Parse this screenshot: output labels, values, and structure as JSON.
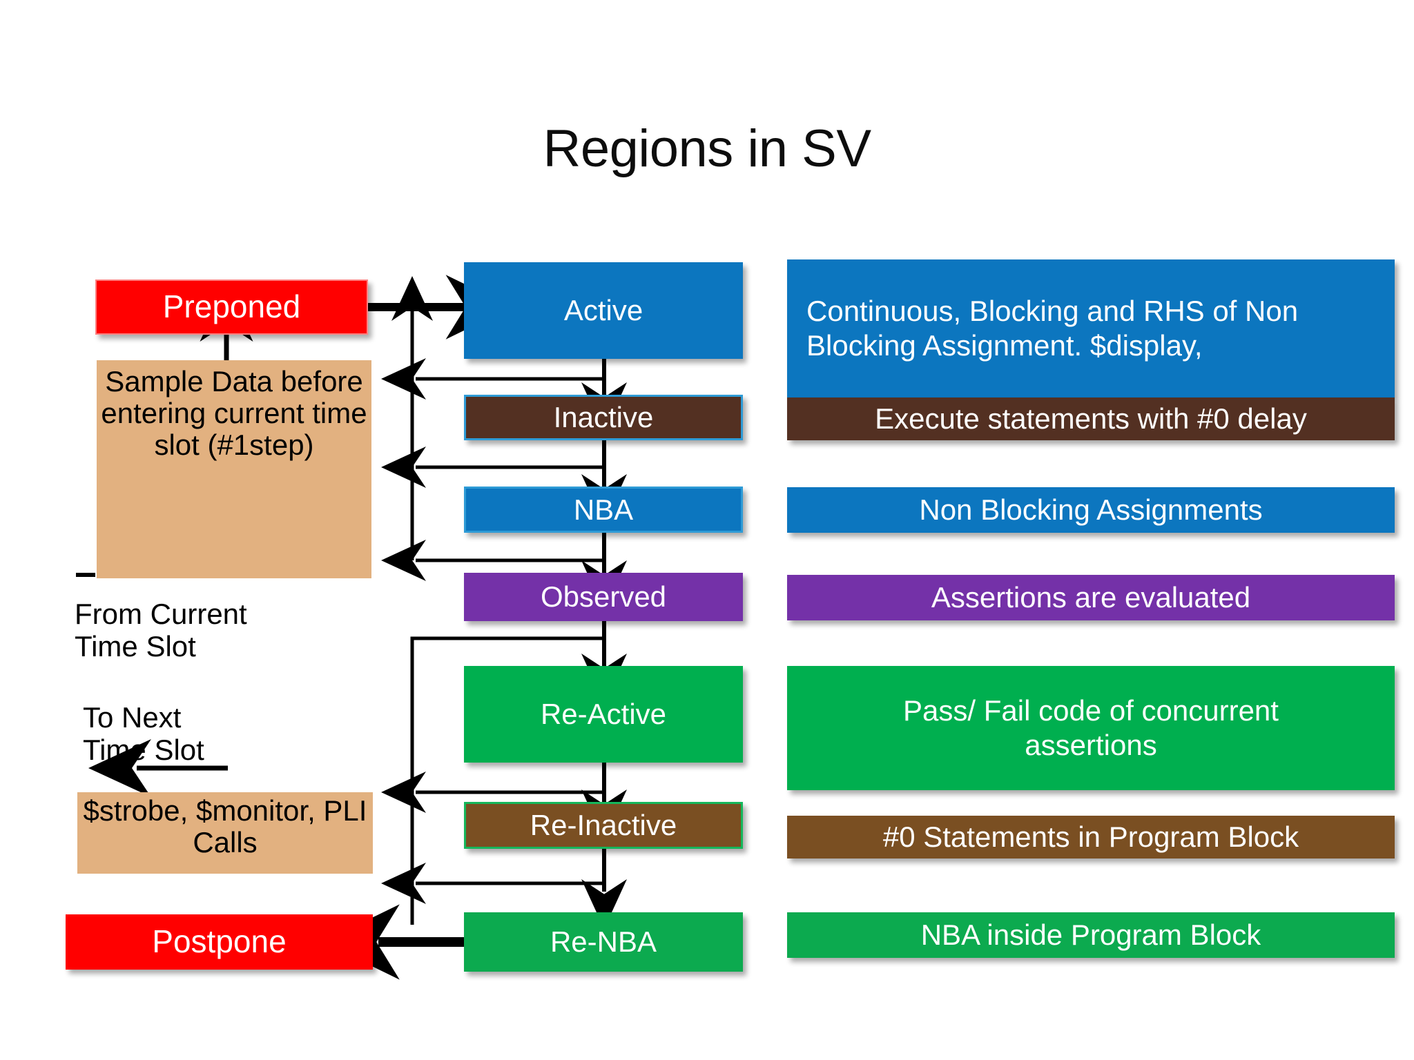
{
  "slide": {
    "title": "Regions in SV",
    "background": "#ffffff"
  },
  "palette": {
    "red": "#FF0000",
    "blue": "#0C76BF",
    "brown": "#533022",
    "brown_alt": "#7A4F22",
    "purple": "#7431A8",
    "green": "#00AF4F",
    "tan": "#E2B180",
    "text_light": "#FFFFFF",
    "text_dark": "#000000",
    "arrow": "#000000"
  },
  "left_column": {
    "preponed_box": {
      "label": "Preponed",
      "color": "#FF0000",
      "text_color": "#FFFFFF"
    },
    "sample_note": {
      "label": "Sample Data before entering current time slot (#1step)",
      "color": "#E2B180",
      "text_color": "#000000"
    },
    "from_current_time_slot": "From Current\nTime Slot",
    "to_next_time_slot": "To Next\nTime Slot",
    "strobe_note": {
      "label": "$strobe, $monitor, PLI Calls",
      "color": "#E2B180",
      "text_color": "#000000"
    },
    "postpone_box": {
      "label": "Postpone",
      "color": "#FF0000",
      "text_color": "#FFFFFF"
    }
  },
  "regions": [
    {
      "name": "Active",
      "color": "#0C76BF",
      "border": "none",
      "description": "Continuous, Blocking and RHS of Non Blocking Assignment. $display,",
      "desc_color": "#0C76BF",
      "desc_align": "left"
    },
    {
      "name": "Inactive",
      "color": "#533022",
      "border": "#2E9BD6",
      "description": "Execute statements with #0 delay",
      "desc_color": "#533022",
      "desc_align": "center"
    },
    {
      "name": "NBA",
      "color": "#0C76BF",
      "border": "#2E9BD6",
      "description": "Non Blocking Assignments",
      "desc_color": "#0C76BF",
      "desc_align": "center"
    },
    {
      "name": "Observed",
      "color": "#7431A8",
      "border": "none",
      "description": "Assertions are evaluated",
      "desc_color": "#7431A8",
      "desc_align": "center"
    },
    {
      "name": "Re-Active",
      "color": "#00AF4F",
      "border": "none",
      "description": "Pass/ Fail code of concurrent assertions",
      "desc_color": "#00AF4F",
      "desc_align": "center"
    },
    {
      "name": "Re-Inactive",
      "color": "#7A4F22",
      "border": "#15B75C",
      "description": "#0 Statements in Program Block",
      "desc_color": "#7A4F22",
      "desc_align": "center"
    },
    {
      "name": "Re-NBA",
      "color": "#00AF4F",
      "border": "none",
      "description": "NBA inside Program Block",
      "desc_color": "#00AF4F",
      "desc_align": "center"
    }
  ],
  "flow": {
    "entry_arrow": "Preponed to Active",
    "sample_arrow": "Sample Data note to Preponed",
    "exit_arrow": "Re-NBA to Postpone",
    "feedback_loops": [
      "Inactive back to Active",
      "NBA back to Active",
      "Observed back to Active",
      "Re-Inactive back to Re-Active",
      "Re-NBA back to Re-Active"
    ]
  }
}
